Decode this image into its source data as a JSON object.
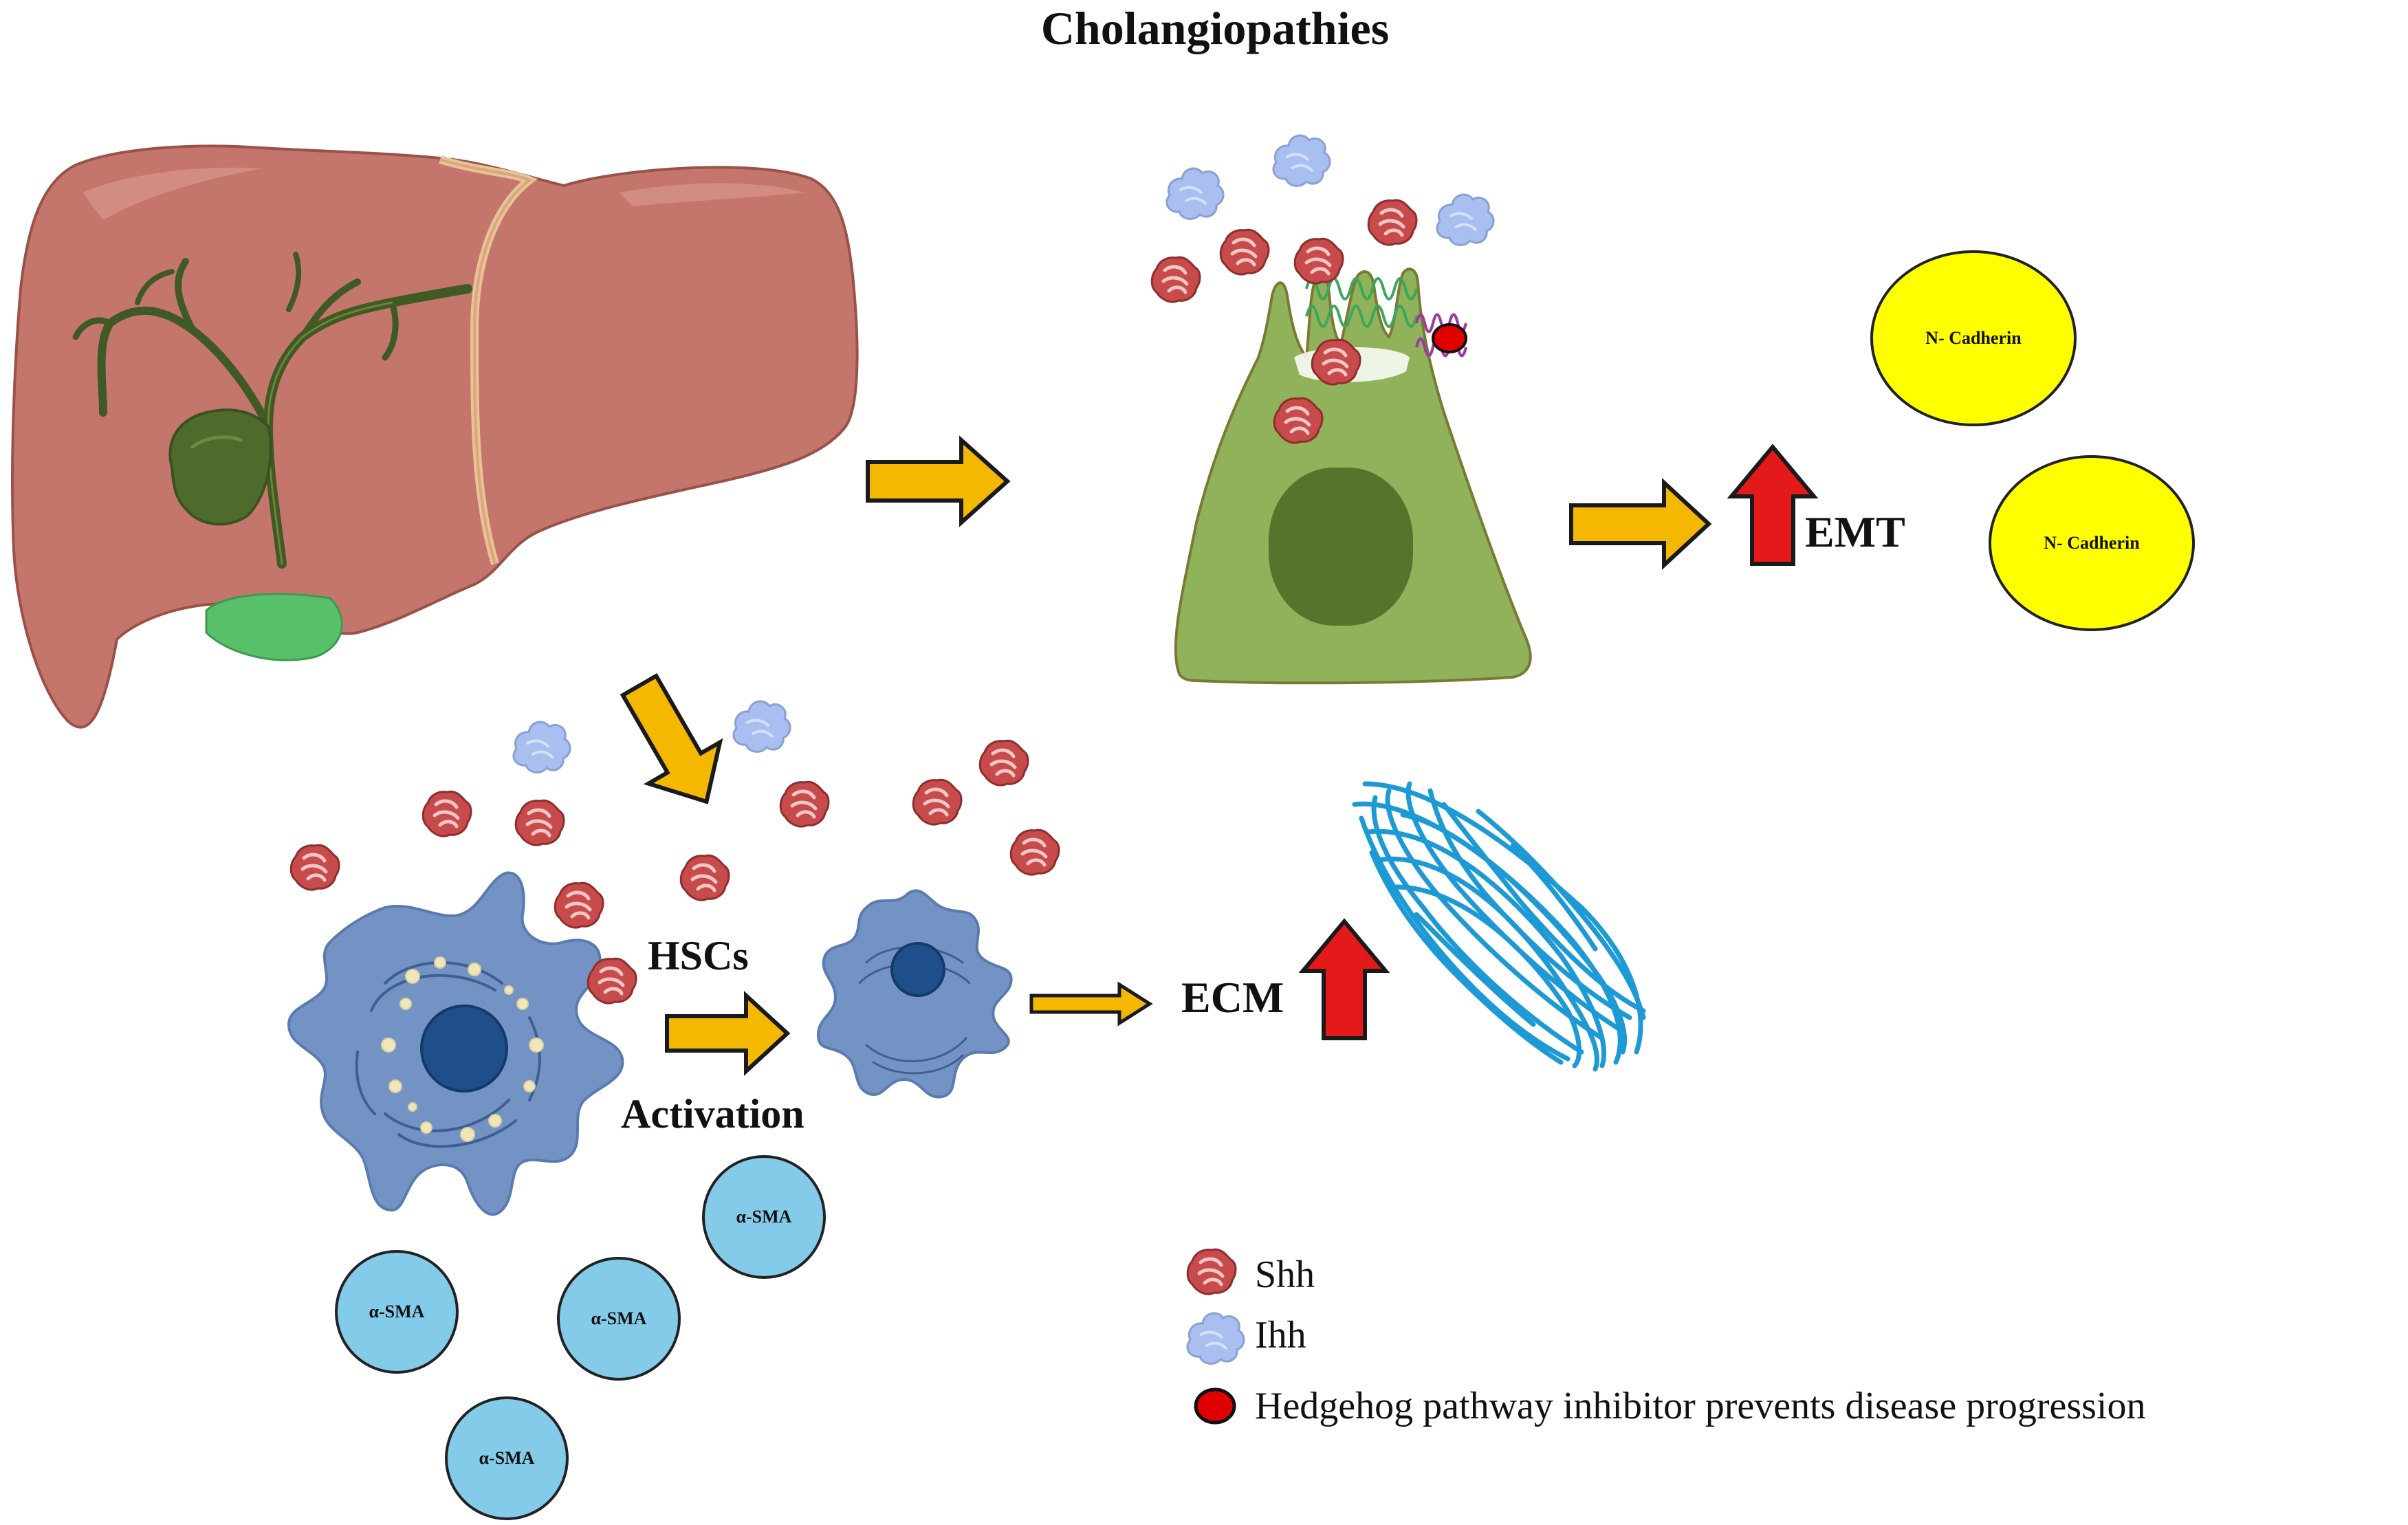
{
  "title": "Cholangiopathies",
  "labels": {
    "emt": "EMT",
    "hscs": "HSCs",
    "activation": "Activation",
    "ecm": "ECM"
  },
  "markers": {
    "n_cadherin": "N- Cadherin",
    "alpha_sma": "α-SMA"
  },
  "legend": {
    "shh": "Shh",
    "ihh": "Ihh",
    "inhibitor": "Hedgehog pathway inhibitor prevents disease progression"
  },
  "colors": {
    "liver": "#c5766c",
    "liver_dark": "#a8574d",
    "bile_duct": "#3f5a24",
    "gallbladder": "#4f6b2c",
    "cholangiocyte": "#8fb25a",
    "cholangiocyte_nucleus": "#56752c",
    "hsc": "#7393c4",
    "hsc_nucleus": "#1f4f8a",
    "flow_arrow": "#f5b800",
    "up_arrow": "#e41a1a",
    "n_cadherin_fill": "#ffff00",
    "alpha_sma_fill": "#83cbe9",
    "ecm_fiber": "#1d9ad6",
    "shh_ligand": "#c74b4b",
    "ihh_ligand": "#a9bff0",
    "inhibitor": "#e00000"
  },
  "icons": {
    "shh": "shh-ligand-icon",
    "ihh": "ihh-ligand-icon",
    "inhibitor": "inhibitor-dot-icon"
  }
}
